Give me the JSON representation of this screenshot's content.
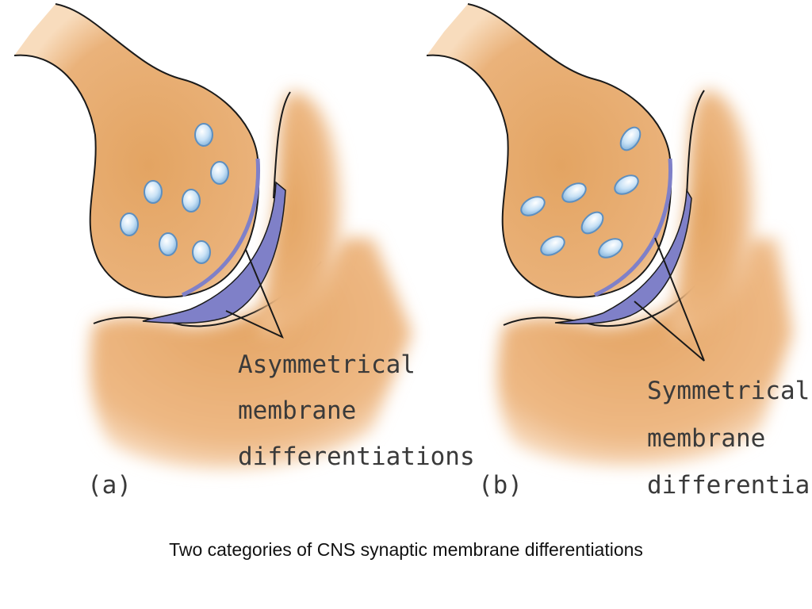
{
  "panels": [
    {
      "id": "a",
      "tag": "(a)",
      "label_lines": [
        "Asymmetrical",
        "membrane",
        "differentiations"
      ]
    },
    {
      "id": "b",
      "tag": "(b)",
      "label_lines": [
        "Symmetrical",
        "membrane",
        "differentia"
      ]
    }
  ],
  "caption": "Two categories of CNS synaptic membrane differentiations",
  "colors": {
    "tissue": "#e6a866",
    "tissue_edge": "#fbe6cf",
    "membrane": "#7f80c8",
    "outline": "#1a1a1a",
    "vesicle": "#bcd9f2",
    "vesicle_edge": "#5d8fc0"
  }
}
